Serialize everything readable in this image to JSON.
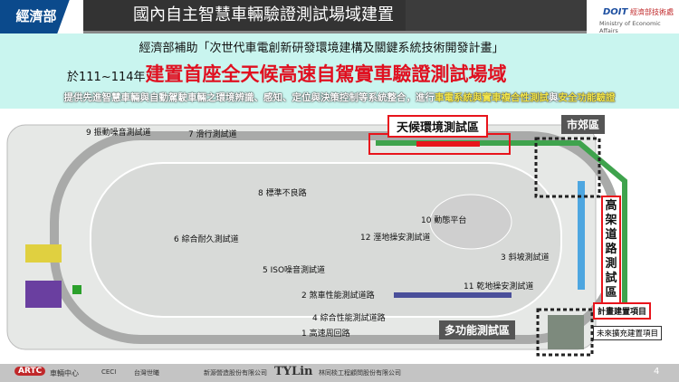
{
  "header": {
    "ministry": "經濟部",
    "title": "國內自主智慧車輛驗證測試場域建置",
    "logo_abbr": "DOIT",
    "logo_cn": "經濟部技術處",
    "logo_en": "Ministry of Economic Affairs"
  },
  "intro": {
    "line1": "經濟部補助「次世代車電創新研發環境建構及關鍵系統技術開發計畫」",
    "line2_prefix": "於111~114年",
    "line2_highlight": "建置首座全天候高速自駕實車驗證測試場域",
    "line3_prefix": "提供先進智慧車輛與自動駕駛車輛之環境辨識、感知、定位與決策控制等系統整合，進行",
    "line3_h1": "車電系統與實車複合性測試",
    "line3_mid": "與",
    "line3_h2": "安全功能驗證"
  },
  "map": {
    "tracks": [
      "9 振動噪音測試道",
      "7 滑行測試道",
      "8 標準不良路",
      "10 動態平台",
      "6 綜合耐久測試道",
      "12 溼地操安測試道",
      "3 斜坡測試道",
      "5 ISO噪音測試道",
      "11 乾地操安測試道",
      "2 煞車性能測試道路",
      "4 綜合性能測試道路",
      "1 高速周回路"
    ],
    "zones": {
      "all_weather": "天候環境測試區",
      "suburban": "市郊區",
      "elevated": "高架道路測試區",
      "multi": "多功能測試區"
    },
    "legend": {
      "new": "計畫建置項目",
      "future": "未來擴充建置項目"
    }
  },
  "footer": {
    "artc": "ARTC",
    "artc_cn": "車輛中心",
    "ceci": "CECI",
    "ceci_cn": "台灣世曦",
    "p3": "新源營造股份有限公司",
    "tylin": "TYLin",
    "tylin_cn": "林同棪工程顧問股份有限公司",
    "page": "4"
  },
  "colors": {
    "accent_red": "#e8141c",
    "band": "#c9f5ef"
  }
}
